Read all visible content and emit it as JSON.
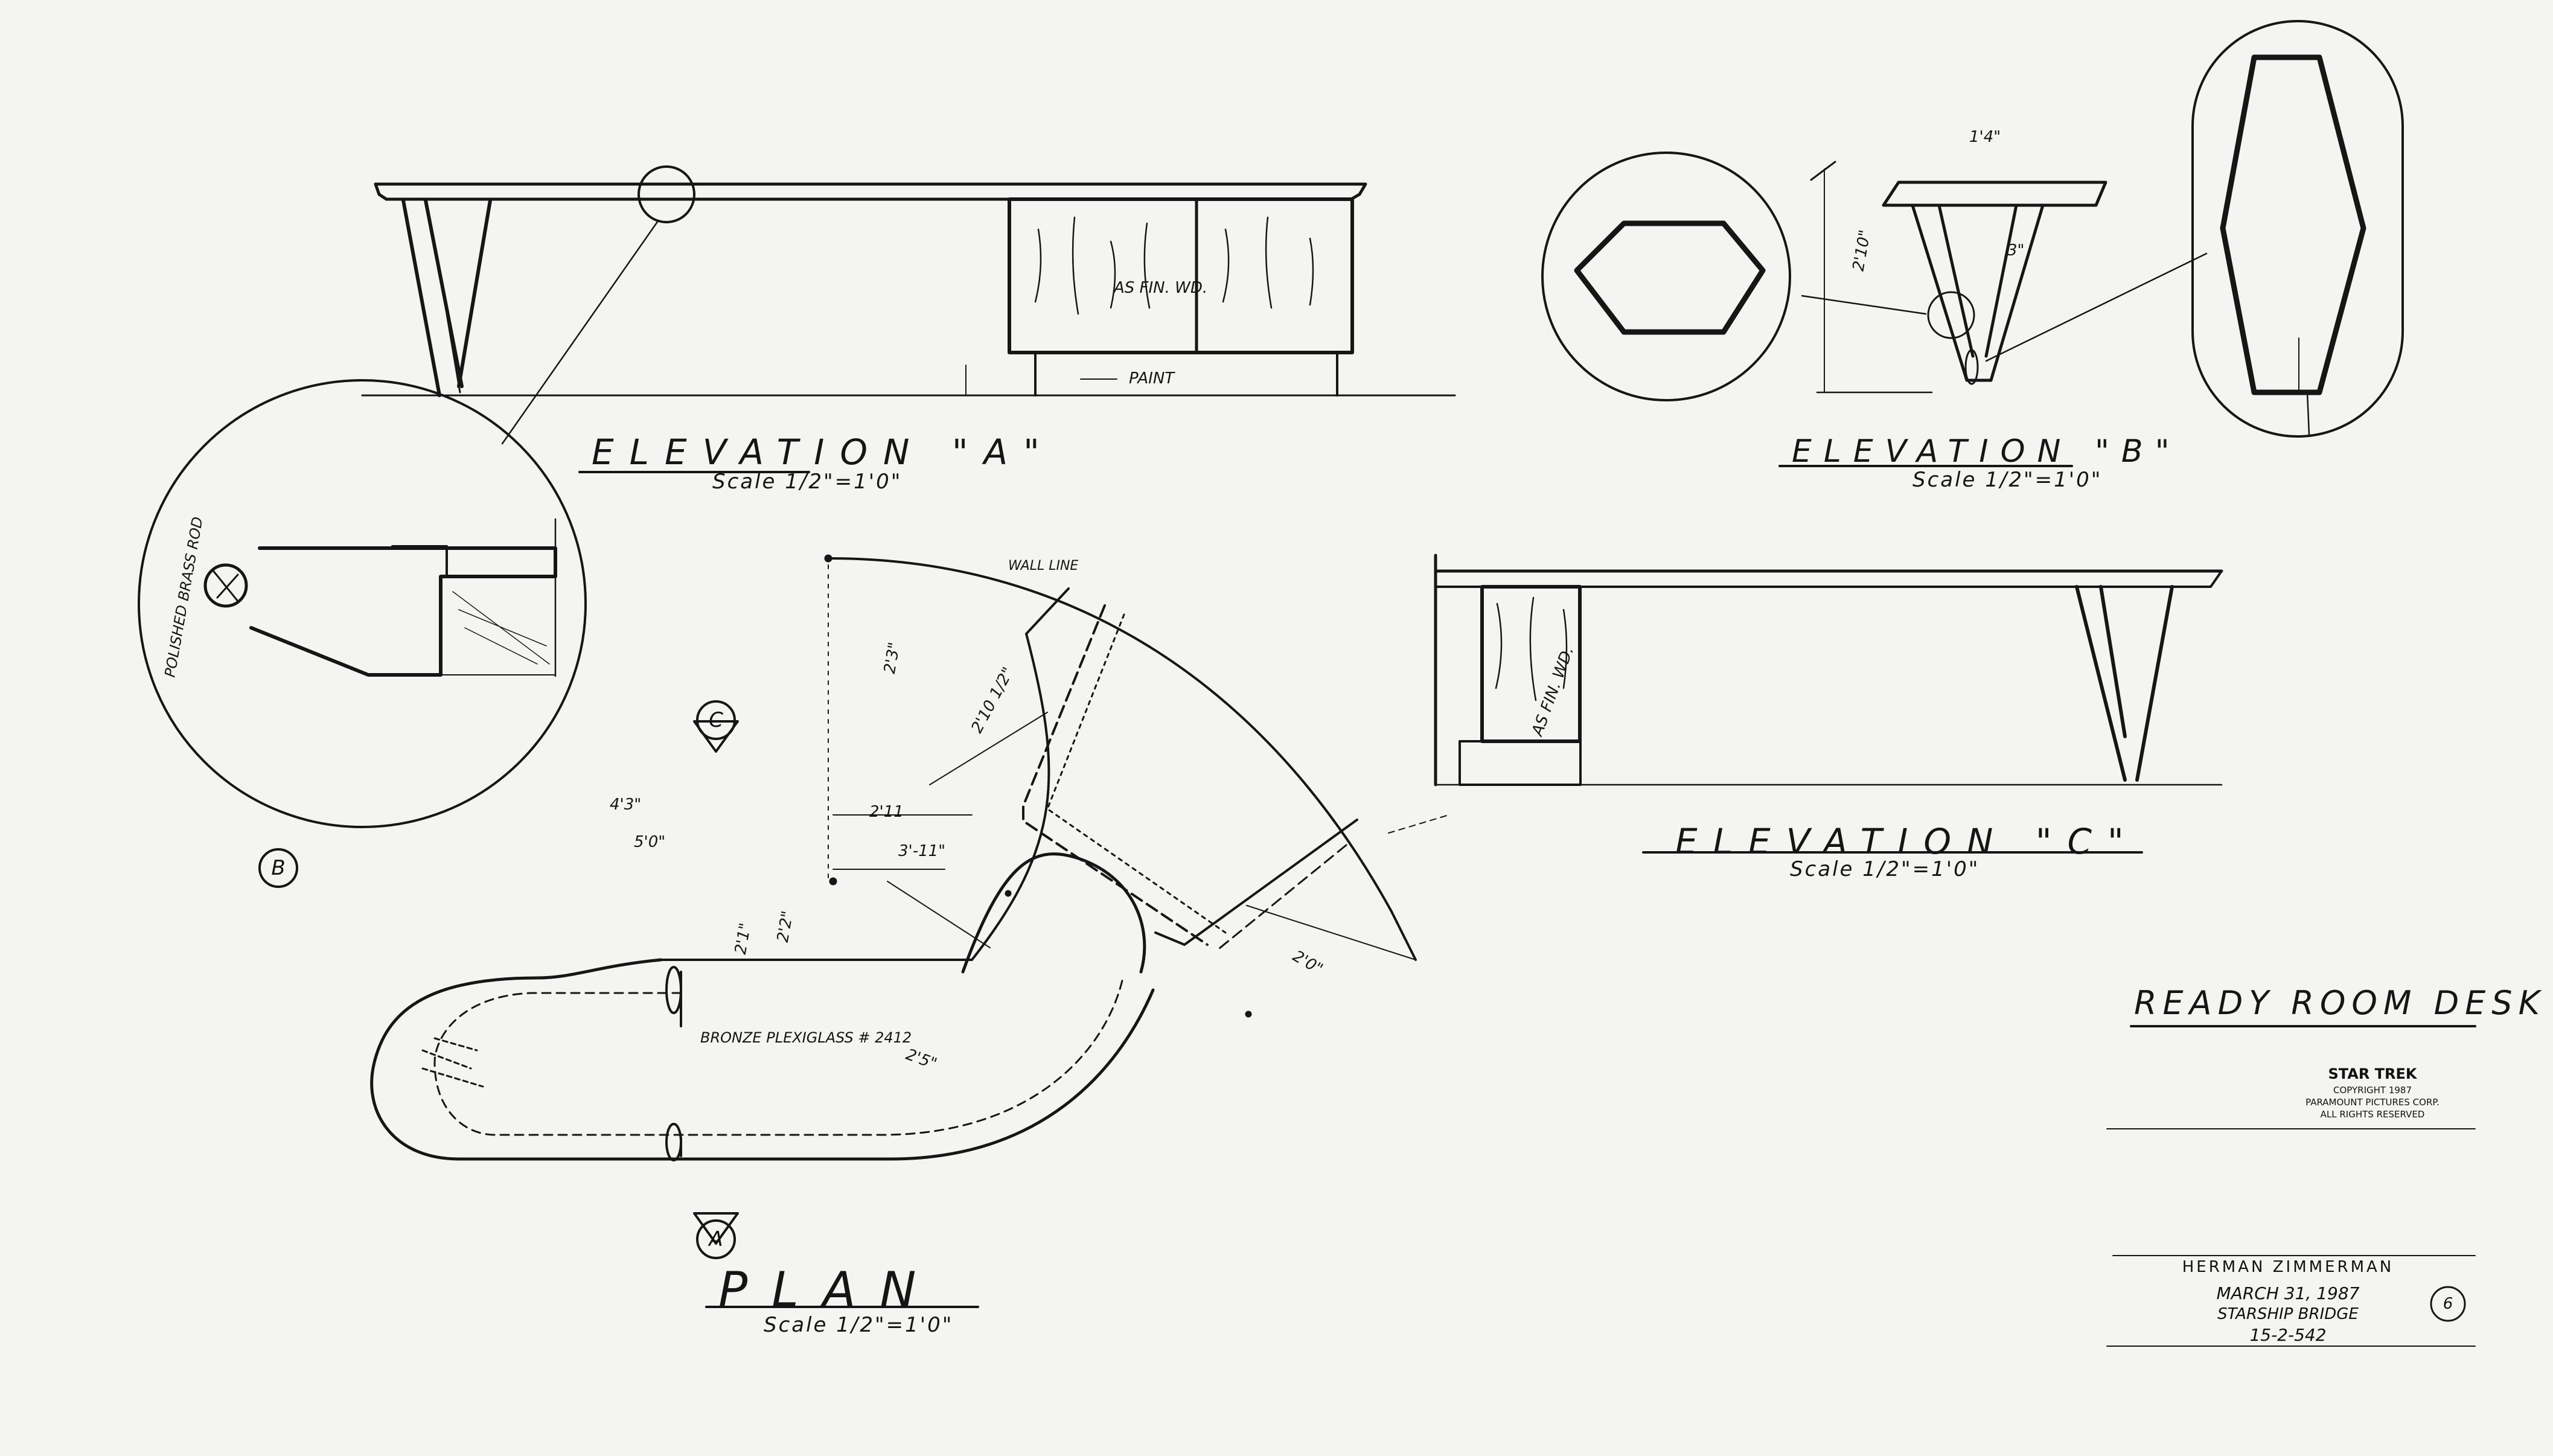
{
  "views": {
    "elevation_a": {
      "title": "ELEVATION \"A\"",
      "scale": "Scale 1/2\"=1'0\"",
      "note_finish": "AS FIN. WD.",
      "note_paint": "PAINT"
    },
    "elevation_b": {
      "title": "ELEVATION \"B\"",
      "scale": "Scale 1/2\"=1'0\"",
      "dim_top": "1'4\"",
      "dim_height": "2'10\"",
      "dim_leg": "3\""
    },
    "elevation_c": {
      "title": "ELEVATION \"C\"",
      "scale": "Scale 1/2\"=1'0\"",
      "note_finish": "AS FIN. WD."
    },
    "plan": {
      "title": "PLAN",
      "scale": "Scale 1/2\"=1'0\"",
      "note_wall": "WALL LINE",
      "note_plexi": "BRONZE PLEXIGLASS # 2412",
      "dim_1": "2'10 1/2\"",
      "dim_2": "3'-11\"",
      "dim_3": "2'11",
      "dim_4": "2'3\"",
      "dim_5": "4'3\"",
      "dim_6": "2'0\"",
      "dim_7": "5'0\"",
      "dim_8": "2'1\"",
      "dim_9": "2'2\"",
      "dim_10": "2'5\""
    },
    "detail_b": {
      "note": "POLISHED BRASS ROD"
    }
  },
  "markers": {
    "a": "A",
    "b": "B",
    "c": "C"
  },
  "sheet_title": "READY ROOM DESK",
  "title_block": {
    "show": "STAR TREK",
    "copyright_1": "COPYRIGHT 1987",
    "copyright_2": "PARAMOUNT PICTURES CORP.",
    "copyright_3": "ALL RIGHTS RESERVED",
    "designer": "HERMAN ZIMMERMAN",
    "date": "MARCH 31, 1987",
    "set": "STARSHIP BRIDGE",
    "number": "15-2-542",
    "sheet_num": "6"
  }
}
